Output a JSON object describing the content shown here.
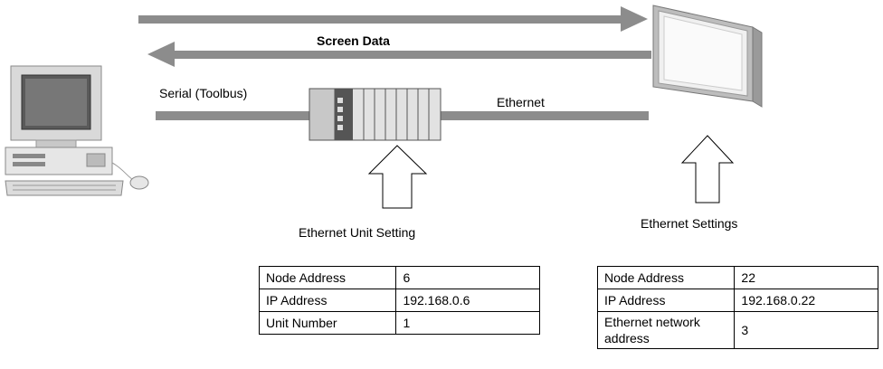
{
  "labels": {
    "screen_data": "Screen Data",
    "serial": "Serial (Toolbus)",
    "ethernet": "Ethernet",
    "ethernet_unit_setting": "Ethernet Unit Setting",
    "ethernet_settings": "Ethernet Settings"
  },
  "plc_table": {
    "rows": [
      {
        "label": "Node Address",
        "value": "6"
      },
      {
        "label": "IP Address",
        "value": "192.168.0.6"
      },
      {
        "label": "Unit Number",
        "value": "1"
      }
    ]
  },
  "pt_table": {
    "rows": [
      {
        "label": "Node Address",
        "value": "22"
      },
      {
        "label": "IP Address",
        "value": "192.168.0.22"
      },
      {
        "label": "Ethernet network address",
        "value": "3"
      }
    ]
  },
  "icons": {
    "computer": "desktop-computer-icon",
    "plc": "plc-rack-icon",
    "touch_panel": "touch-panel-icon"
  }
}
